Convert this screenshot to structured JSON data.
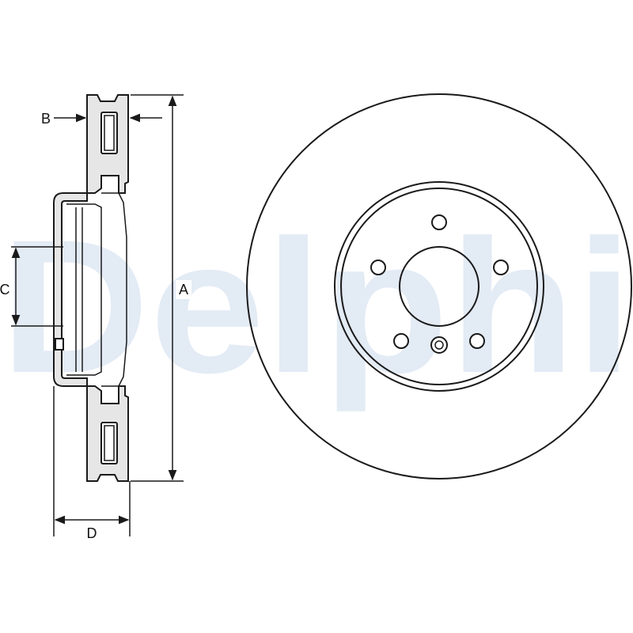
{
  "watermark": {
    "text": "Delphi"
  },
  "dimensions": {
    "a": "A",
    "b": "B",
    "c": "C",
    "d": "D"
  },
  "colors": {
    "line": "#1a1a1a",
    "part_fill": "#e6e6e6",
    "watermark": "#e3ebf5"
  },
  "icons": {
    "side_view": "brake-disc-section-view",
    "front_view": "brake-disc-front-view"
  }
}
